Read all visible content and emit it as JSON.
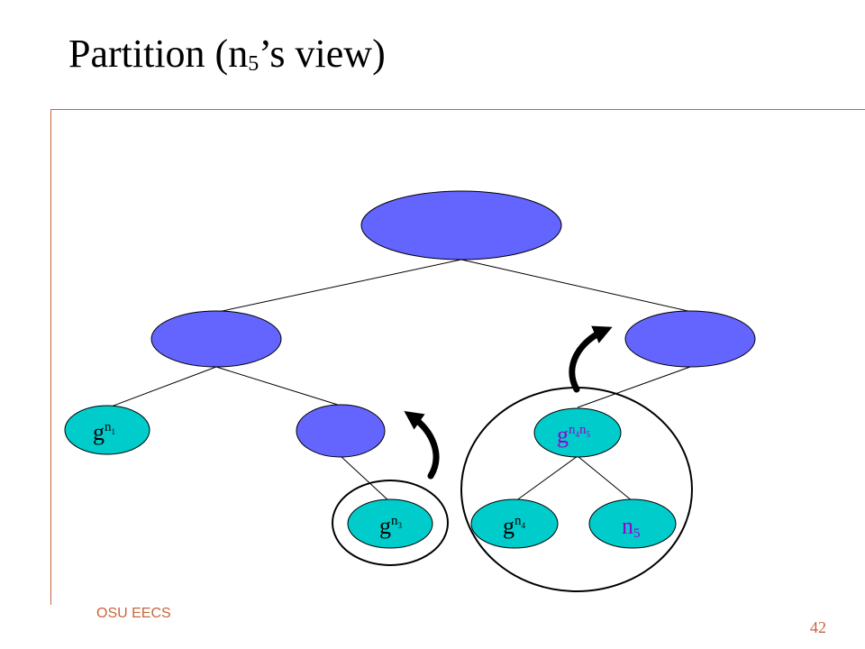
{
  "slide": {
    "title_main": "Partition (n",
    "title_sub": "5",
    "title_rest": "’s view)",
    "footer": "OSU EECS",
    "page_number": "42"
  },
  "colors": {
    "internal_node": "#6464ff",
    "leaf_node": "#00cccc",
    "accent": "#c8643c",
    "label_highlight": "#9900cc"
  },
  "nodes": {
    "g_n1": {
      "base": "g",
      "sup": "n",
      "sub": "1"
    },
    "g_n3": {
      "base": "g",
      "sup": "n",
      "sub": "3"
    },
    "g_n4n5": {
      "base": "g",
      "sup1": "n",
      "sub1": "4",
      "sup2": "n",
      "sub2": "5"
    },
    "g_n4": {
      "base": "g",
      "sup": "n",
      "sub": "4"
    },
    "n5": {
      "base": "n",
      "sub": "5"
    }
  }
}
